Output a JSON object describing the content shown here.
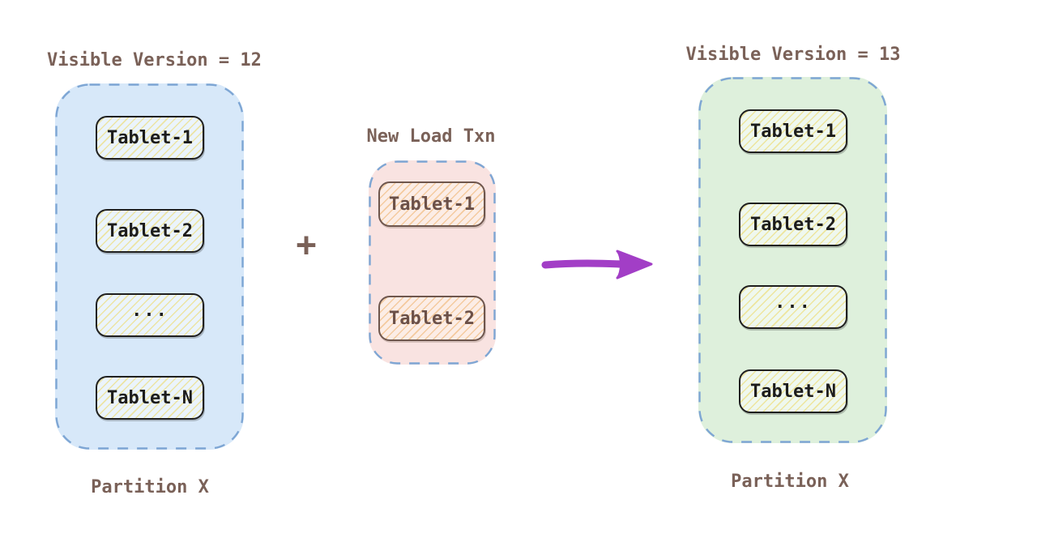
{
  "before": {
    "title": "Visible Version = 12",
    "caption": "Partition X",
    "tablets": [
      "Tablet-1",
      "Tablet-2",
      "...",
      "Tablet-N"
    ]
  },
  "operator": {
    "plus": "+"
  },
  "txn": {
    "title": "New Load Txn",
    "tablets": [
      "Tablet-1",
      "Tablet-2"
    ]
  },
  "after": {
    "title": "Visible Version = 13",
    "caption": "Partition X",
    "tablets": [
      "Tablet-1",
      "Tablet-2",
      "...",
      "Tablet-N"
    ]
  },
  "colors": {
    "label_brown": "#7a6158",
    "dashed_border_blue": "#7ea6d4",
    "before_container_fill": "#d7e8f9",
    "txn_container_fill": "#f9e3e1",
    "after_container_fill": "#def0dc",
    "tablet_border_dark": "#1f1f1f",
    "tablet_border_brown": "#6e564d",
    "hatch_yellow": "#ecd65c",
    "hatch_orange": "#eeae64",
    "arrow_purple": "#a23ec6"
  }
}
